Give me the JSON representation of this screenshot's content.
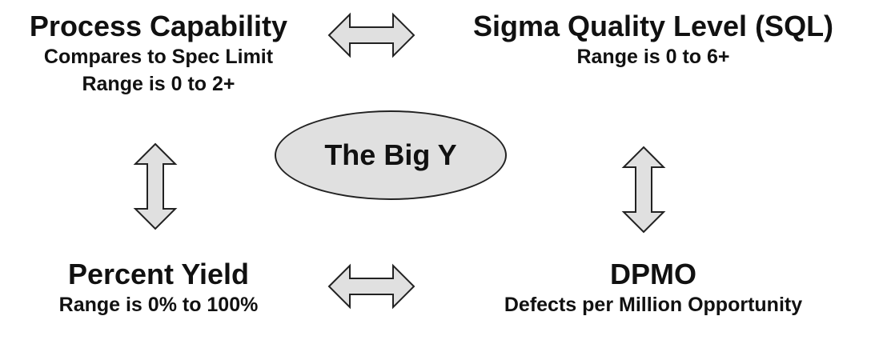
{
  "blocks": {
    "process_capability": {
      "title": "Process Capability",
      "lines": [
        "Compares to Spec Limit",
        "Range is 0 to 2+"
      ]
    },
    "sigma_quality_level": {
      "title": "Sigma Quality Level (SQL)",
      "lines": [
        "Range is 0 to 6+"
      ]
    },
    "percent_yield": {
      "title": "Percent Yield",
      "lines": [
        "Range is 0% to 100%"
      ]
    },
    "dpmo": {
      "title": "DPMO",
      "lines": [
        "Defects per Million Opportunity"
      ]
    }
  },
  "center": {
    "label": "The Big Y"
  },
  "colors": {
    "shape_fill": "#e0e0e0",
    "shape_stroke": "#222222",
    "text": "#111111",
    "background": "#ffffff"
  }
}
